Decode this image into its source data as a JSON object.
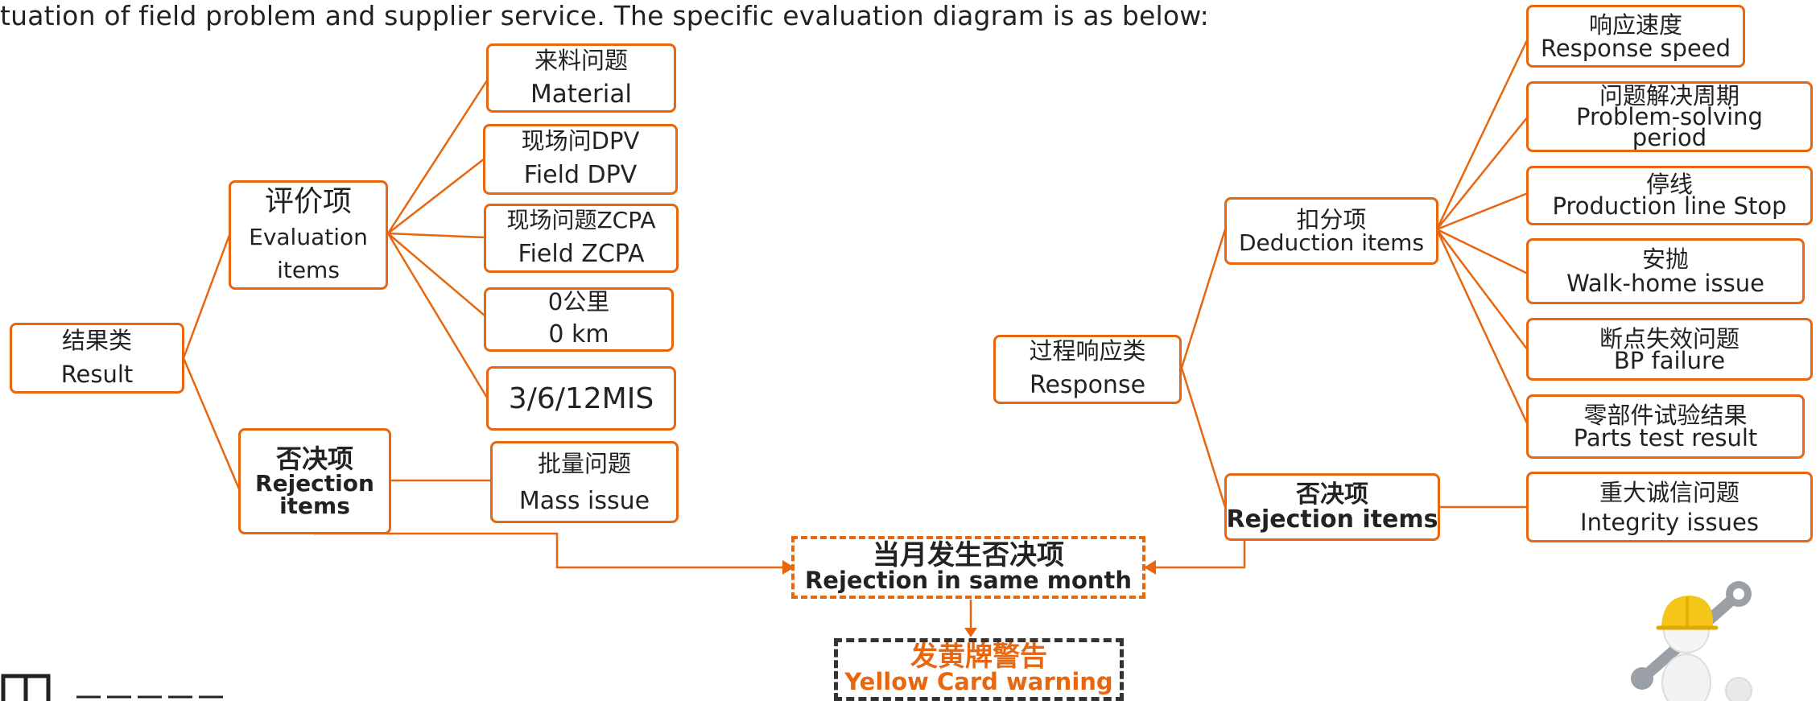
{
  "intro_text": "tuation of field problem and supplier service. The specific evaluation diagram is as below:",
  "diagram": {
    "result": {
      "cn": "结果类",
      "en": "Result"
    },
    "evaluation": {
      "cn": "评价项",
      "en1": "Evaluation",
      "en2": "items"
    },
    "result_rejection": {
      "cn": "否决项",
      "en1": "Rejection",
      "en2": "items"
    },
    "material": {
      "cn": "来料问题",
      "en": "Material"
    },
    "field_dpv": {
      "cn": "现场问DPV",
      "en": "Field DPV"
    },
    "field_zcpa": {
      "cn": "现场问题ZCPA",
      "en": "Field ZCPA"
    },
    "zero_km": {
      "cn": "0公里",
      "en": "0 km"
    },
    "mis": {
      "en": "3/6/12MIS"
    },
    "mass_issue": {
      "cn": "批量问题",
      "en": "Mass issue"
    },
    "response": {
      "cn": "过程响应类",
      "en": "Response"
    },
    "deduction": {
      "cn": "扣分项",
      "en": "Deduction items"
    },
    "response_rejection": {
      "cn": "否决项",
      "en": "Rejection items"
    },
    "response_speed": {
      "cn": "响应速度",
      "en": "Response speed"
    },
    "problem_solving": {
      "cn": "问题解决周期",
      "en1": "Problem-solving",
      "en2": "period"
    },
    "line_stop": {
      "cn": "停线",
      "en": "Production line Stop"
    },
    "walk_home": {
      "cn": "安抛",
      "en": "Walk-home issue"
    },
    "bp_failure": {
      "cn": "断点失效问题",
      "en": "BP failure"
    },
    "parts_test": {
      "cn": "零部件试验结果",
      "en": "Parts test result"
    },
    "integrity": {
      "cn": "重大诚信问题",
      "en": "Integrity issues"
    },
    "same_month": {
      "cn": "当月发生否决项",
      "en": "Rejection in same month"
    },
    "yellow_card": {
      "cn": "发黄牌警告",
      "en": "Yellow Card warning"
    }
  },
  "colors": {
    "accent": "#e8660e",
    "dark": "#333333"
  },
  "icons": [
    "logo-icon",
    "mechanic-figure-icon"
  ]
}
